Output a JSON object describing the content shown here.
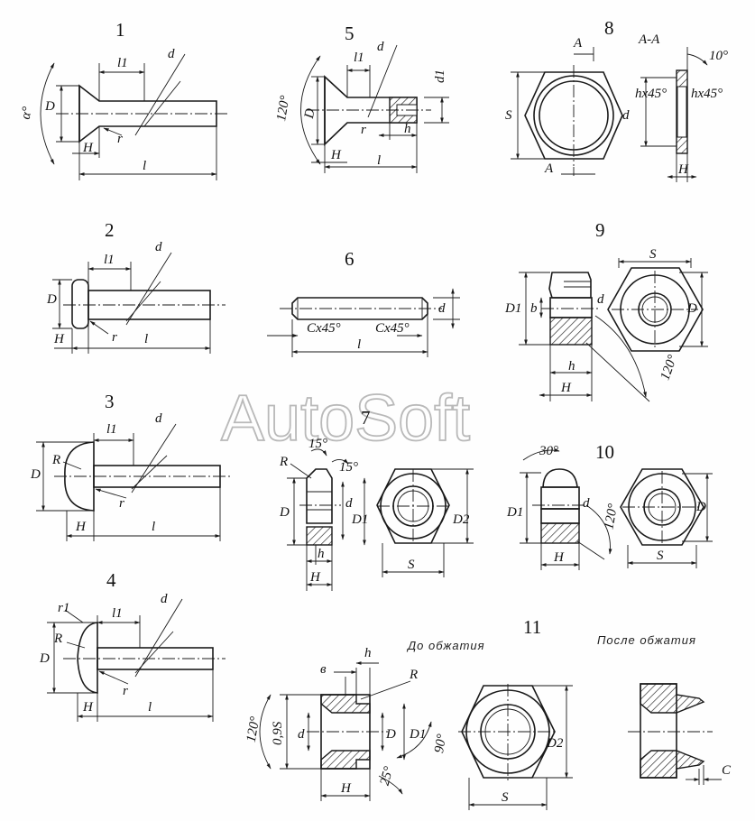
{
  "watermark": "AutoSoft",
  "figures": [
    {
      "id": "1",
      "labels": [
        "D",
        "H",
        "r",
        "l1",
        "d",
        "l",
        "α°"
      ]
    },
    {
      "id": "2",
      "labels": [
        "D",
        "H",
        "r",
        "l1",
        "d",
        "l"
      ]
    },
    {
      "id": "3",
      "labels": [
        "D",
        "R",
        "H",
        "r",
        "l1",
        "d",
        "l"
      ]
    },
    {
      "id": "4",
      "labels": [
        "r1",
        "R",
        "D",
        "H",
        "r",
        "l1",
        "d",
        "l"
      ]
    },
    {
      "id": "5",
      "labels": [
        "120°",
        "D",
        "H",
        "r",
        "l1",
        "d",
        "d1",
        "h",
        "l"
      ]
    },
    {
      "id": "6",
      "labels": [
        "Cx45°",
        "Cx45°",
        "d",
        "l"
      ]
    },
    {
      "id": "7",
      "labels": [
        "R",
        "15°",
        "15°",
        "D",
        "d",
        "D1",
        "h",
        "H",
        "D2",
        "S"
      ]
    },
    {
      "id": "8",
      "labels": [
        "A",
        "A",
        "A-A",
        "10°",
        "S",
        "d",
        "hx45°",
        "hx45°",
        "H"
      ]
    },
    {
      "id": "9",
      "labels": [
        "S",
        "D1",
        "b",
        "d",
        "D",
        "h",
        "H",
        "120°"
      ]
    },
    {
      "id": "10",
      "labels": [
        "30°",
        "D1",
        "d",
        "H",
        "120°",
        "D",
        "S"
      ]
    },
    {
      "id": "11",
      "labels": [
        "в",
        "h",
        "R",
        "120°",
        "0,9S",
        "d",
        "D",
        "D1",
        "90°",
        "25°",
        "H",
        "D2",
        "S",
        "C"
      ]
    }
  ],
  "captions": {
    "before": "До обжатия",
    "after": "После обжатия"
  }
}
